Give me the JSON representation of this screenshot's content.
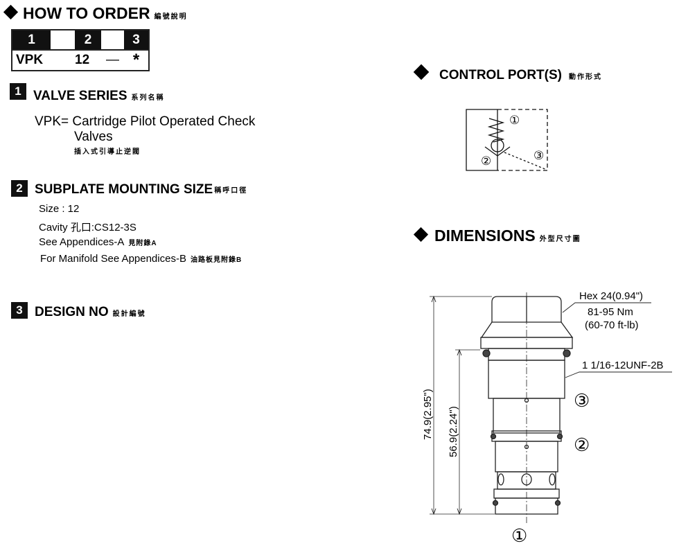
{
  "how_to_order": {
    "title": "HOW TO  ORDER",
    "title_cjk": "編號說明",
    "code_headers": [
      "1",
      "2",
      "3"
    ],
    "code_values": {
      "series": "VPK",
      "size": "12",
      "dash": "—",
      "design": "*"
    }
  },
  "sections": {
    "valve_series": {
      "number": "1",
      "title": "VALVE SERIES",
      "title_cjk": "系列名稱",
      "line1": "VPK= Cartridge Pilot Operated Check",
      "line2": "Valves",
      "line3": "插入式引導止逆閥"
    },
    "mounting_size": {
      "number": "2",
      "title": "SUBPLATE MOUNTING SIZE",
      "title_cjk": "稱呼口徑",
      "size": "Size : 12",
      "cavity": "Cavity 孔口:CS12-3S",
      "appendix_a": "See Appendices-A",
      "appendix_a_cjk": "見附錄A",
      "appendix_b": "For Manifold See Appendices-B",
      "appendix_b_cjk": "油路板見附錄B"
    },
    "design_no": {
      "number": "3",
      "title": "DESIGN NO",
      "title_cjk": "設計編號"
    }
  },
  "control_port": {
    "title": "CONTROL PORT(S)",
    "title_cjk": "動作形式",
    "port_labels": [
      "①",
      "②",
      "③"
    ]
  },
  "dimensions": {
    "title": "DIMENSIONS",
    "title_cjk": "外型尺寸圖",
    "hex": "Hex 24(0.94\")",
    "torque_nm": "81-95 Nm",
    "torque_ftlb": "(60-70 ft-lb)",
    "thread": "1 1/16-12UNF-2B",
    "overall_length": "74.9(2.95\")",
    "insert_length": "56.9(2.24\")",
    "port_labels": [
      "③",
      "②",
      "①"
    ]
  }
}
